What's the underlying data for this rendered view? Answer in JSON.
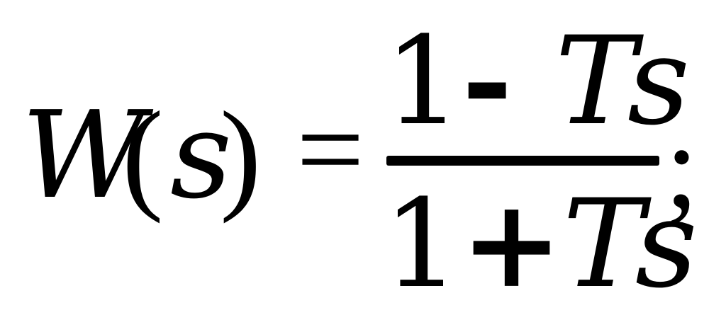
{
  "formula": {
    "function_name": "W",
    "open_paren": "(",
    "argument": "s",
    "close_paren": ")",
    "equals": "=",
    "numerator": {
      "one": "1",
      "operator": "- ",
      "variable": "Ts"
    },
    "denominator": {
      "one": "1",
      "operator": "+",
      "variable": "Ts"
    },
    "terminator": ";"
  }
}
